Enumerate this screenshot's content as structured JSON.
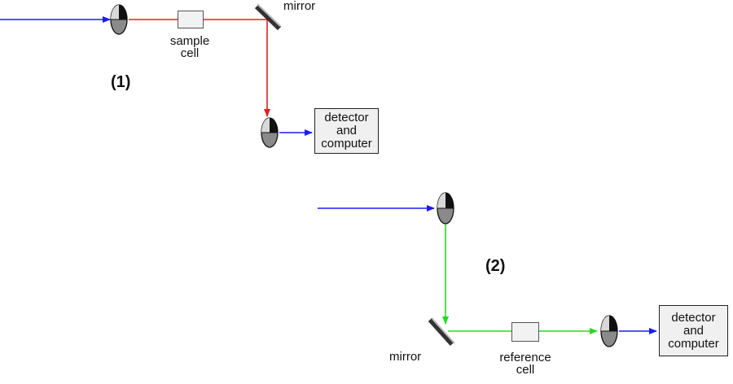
{
  "setup1": {
    "label": "(1)",
    "sample_cell": [
      "sample",
      "cell"
    ],
    "mirror": "mirror",
    "detector": [
      "detector",
      "and",
      "computer"
    ]
  },
  "setup2": {
    "label": "(2)",
    "reference_cell": [
      "reference",
      "cell"
    ],
    "mirror": "mirror",
    "detector": [
      "detector",
      "and",
      "computer"
    ]
  },
  "colors": {
    "incident_beam": "#1a1aff",
    "sample_beam": "#e02020",
    "reference_beam": "#22dd22",
    "lens_dark": "#111111",
    "lens_light": "#d8d8d8",
    "lens_gray": "#8a8a8a"
  },
  "icons": [
    "lens-icon",
    "mirror-icon",
    "arrow-icon"
  ]
}
